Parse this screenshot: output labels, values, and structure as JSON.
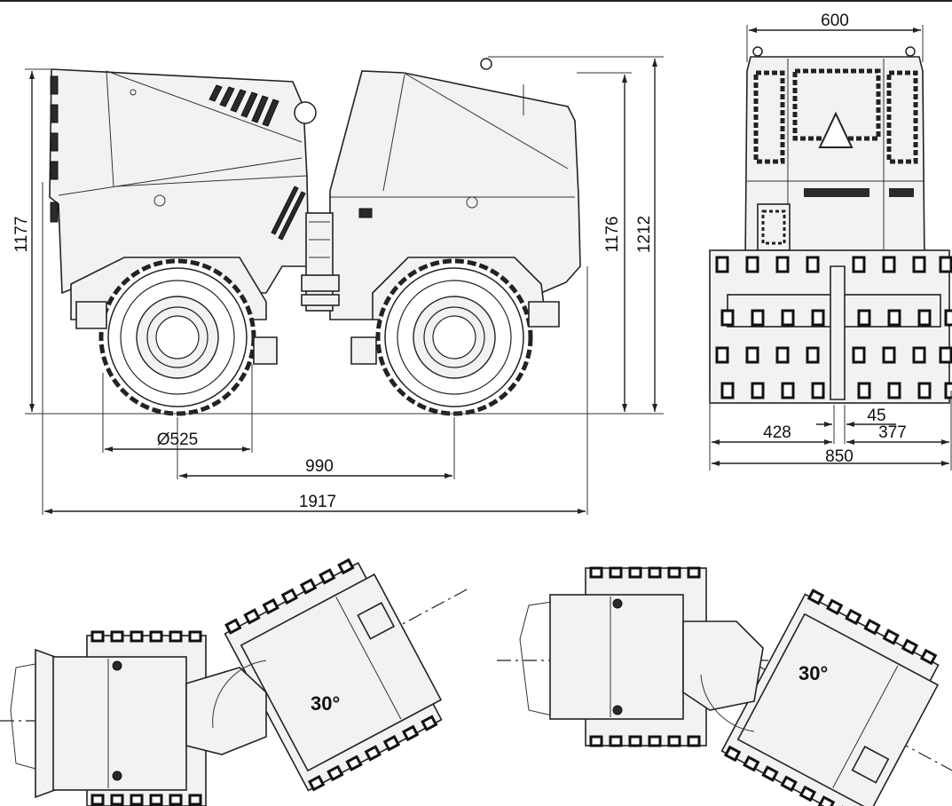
{
  "dimensions": {
    "side_total_length": "1917",
    "side_wheelbase": "990",
    "side_drum_diameter": "Ø525",
    "side_height_left": "1177",
    "side_height_right": "1176",
    "side_height_total": "1212",
    "front_top_width": "600",
    "front_offset": "45",
    "front_left_width": "428",
    "front_right_width": "377",
    "front_total_width": "850"
  },
  "angles": {
    "left_articulation": "30°",
    "right_articulation": "30°"
  }
}
